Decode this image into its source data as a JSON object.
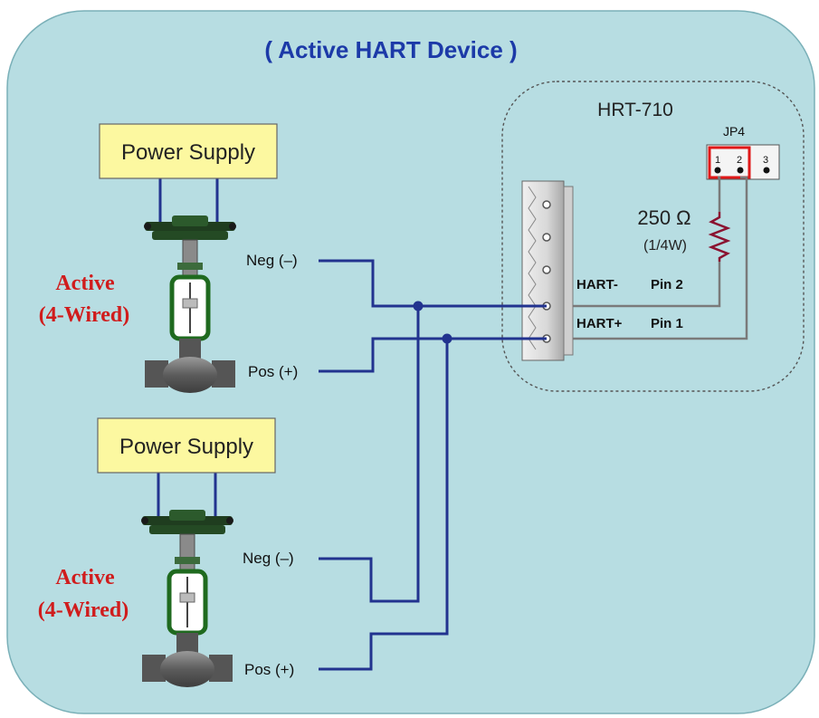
{
  "title": "( Active HART Device )",
  "module": {
    "name": "HRT-710",
    "jumper": {
      "label": "JP4",
      "pins": [
        "1",
        "2",
        "3"
      ]
    },
    "resistor": {
      "value": "250 Ω",
      "rating": "(1/4W)"
    },
    "pins": {
      "hart_minus": "HART-",
      "hart_plus": "HART+",
      "pin2": "Pin 2",
      "pin1": "Pin 1"
    }
  },
  "devices": [
    {
      "power_supply": "Power Supply",
      "type_line1": "Active",
      "type_line2": "(4-Wired)",
      "neg_label": "Neg (–)",
      "pos_label": "Pos (+)"
    },
    {
      "power_supply": "Power Supply",
      "type_line1": "Active",
      "type_line2": "(4-Wired)",
      "neg_label": "Neg (–)",
      "pos_label": "Pos (+)"
    }
  ],
  "colors": {
    "panel_bg": "#b7dde2",
    "title": "#1c3aa8",
    "wire_blue": "#22338f",
    "wire_gray": "#7a7a7a",
    "power_box": "#fcf8a0",
    "label_red": "#d01c1c",
    "jumper_red": "#e01818",
    "resistor": "#8a1230"
  }
}
